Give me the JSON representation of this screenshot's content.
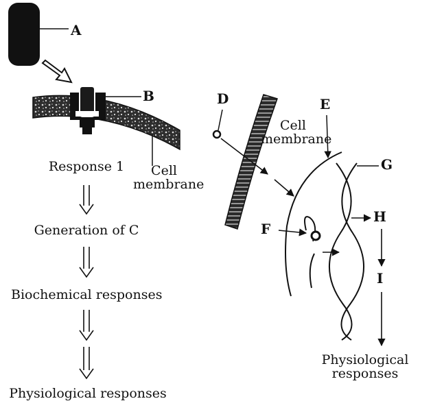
{
  "diagram": {
    "labels": {
      "A": "A",
      "B": "B",
      "C_text": "Generation of C",
      "D": "D",
      "E": "E",
      "F": "F",
      "G": "G",
      "H": "H",
      "I": "I"
    },
    "left": {
      "membrane_label_line1": "Cell",
      "membrane_label_line2": "membrane",
      "steps": [
        "Response 1",
        "Generation of C",
        "Biochemical responses",
        "Physiological responses"
      ]
    },
    "right": {
      "membrane_label_line1": "Cell",
      "membrane_label_line2": "membrane",
      "output_line1": "Physiological",
      "output_line2": "responses"
    },
    "colors": {
      "ink": "#111111",
      "membrane_fill": "#3a3a3a",
      "background": "#ffffff"
    }
  }
}
